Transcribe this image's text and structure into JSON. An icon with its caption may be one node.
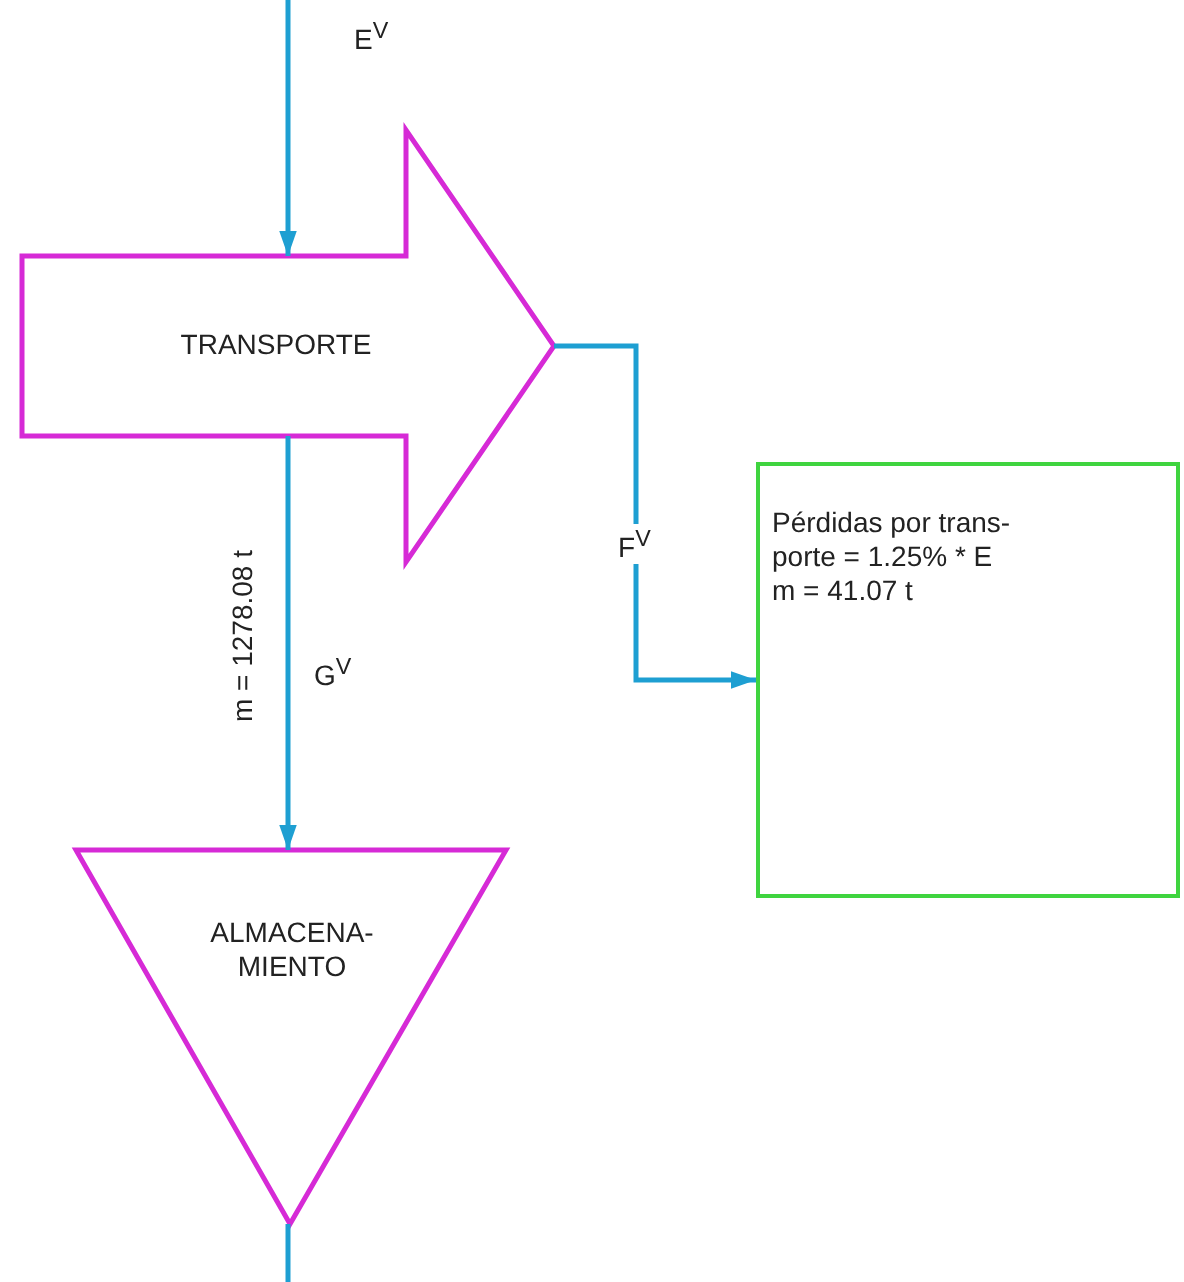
{
  "diagram": {
    "nodes": [
      {
        "text": [
          "TRANSPORTE"
        ]
      },
      {
        "text": [
          "Pérdidas por trans- porte = 1.25% * E",
          "m = 41.07 t"
        ]
      },
      {
        "text": [
          "ALMACENA- MIENTO"
        ]
      }
    ],
    "edges": [
      {
        "from": null,
        "to": 0,
        "arrow": "to",
        "label": "E$^{V}$"
      },
      {
        "from": 0,
        "to": 1,
        "arrow": "to",
        "label": "F$^{V}$"
      },
      {
        "from": 0,
        "to": 2,
        "arrow": "to",
        "label": "G$^{V}$"
      },
      {
        "from": 2,
        "to": null,
        "arrow": "none"
      }
    ],
    "labels": [
      "m = 1278.08 t"
    ]
  }
}
